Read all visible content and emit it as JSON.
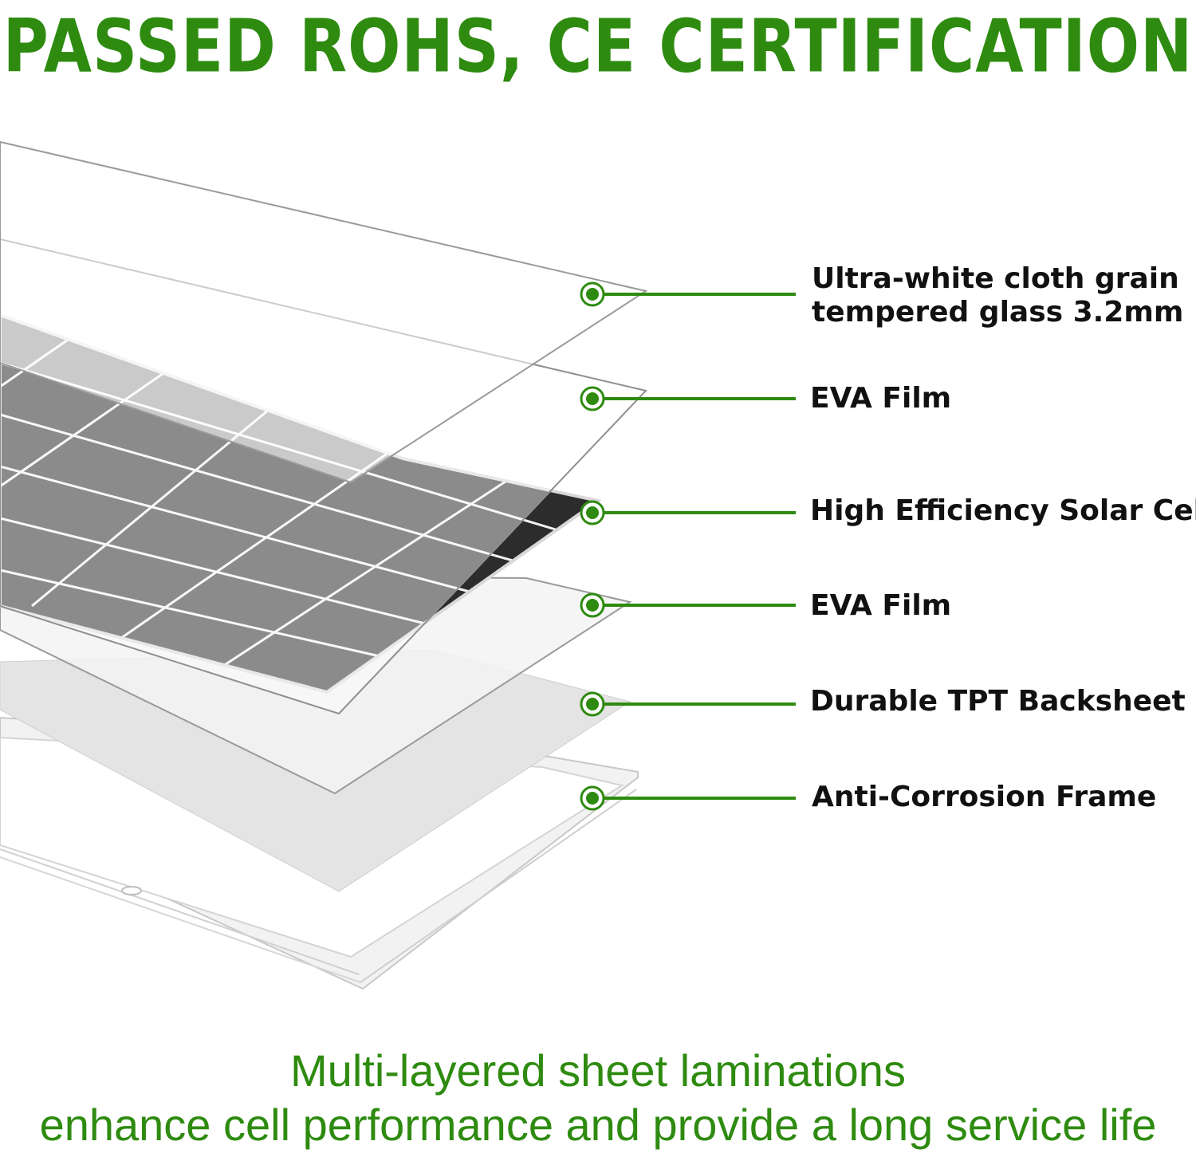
{
  "colors": {
    "accent": "#2e8b10",
    "label_text": "#111111"
  },
  "header": {
    "title": "PASSED ROHS, CE CERTIFICATION"
  },
  "layers": [
    {
      "label_lines": [
        "Ultra-white cloth grain",
        "tempered glass 3.2mm"
      ]
    },
    {
      "label_lines": [
        "EVA Film"
      ]
    },
    {
      "label_lines": [
        "High Efficiency Solar Cell"
      ]
    },
    {
      "label_lines": [
        "EVA Film"
      ]
    },
    {
      "label_lines": [
        "Durable TPT Backsheet"
      ]
    },
    {
      "label_lines": [
        "Anti-Corrosion Frame"
      ]
    }
  ],
  "footer": {
    "line1": "Multi-layered sheet laminations",
    "line2": "enhance cell performance and provide a long service life"
  }
}
